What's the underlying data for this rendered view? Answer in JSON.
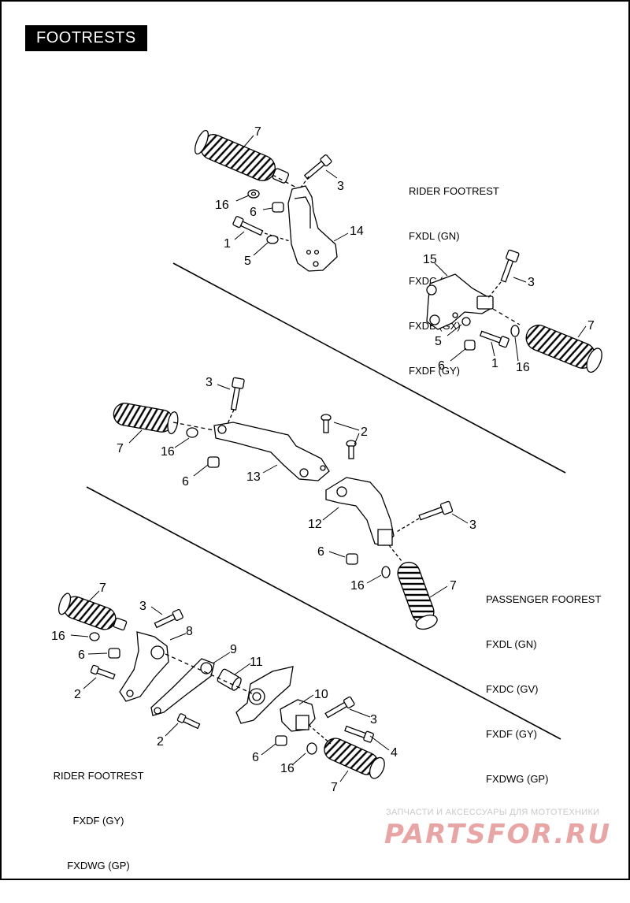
{
  "title": "FOOTRESTS",
  "captions": {
    "top": [
      "RIDER FOOTREST",
      "FXDL (GN)",
      "FXDC (GV)",
      "FXDB (GX)",
      "FXDF (GY)"
    ],
    "middle": [
      "PASSENGER FOOREST",
      "FXDL (GN)",
      "FXDC (GV)",
      "FXDF (GY)",
      "FXDWG (GP)"
    ],
    "bottom": [
      "RIDER FOOTREST",
      "FXDF (GY)",
      "FXDWG (GP)"
    ]
  },
  "callouts": {
    "top": [
      "7",
      "3",
      "16",
      "6",
      "1",
      "5",
      "14"
    ],
    "right": [
      "15",
      "3",
      "7",
      "5",
      "6",
      "1",
      "16"
    ],
    "middle": [
      "3",
      "2",
      "7",
      "16",
      "6",
      "13",
      "12",
      "3",
      "6",
      "16",
      "7"
    ],
    "bottom": [
      "7",
      "3",
      "8",
      "16",
      "6",
      "2",
      "9",
      "11",
      "10",
      "2",
      "3",
      "4",
      "6",
      "16",
      "7"
    ]
  },
  "watermark": {
    "line1": "ЗАПЧАСТИ И АКСЕССУАРЫ ДЛЯ МОТОТЕХНИКИ",
    "line2": "PARTSFOR.RU"
  }
}
